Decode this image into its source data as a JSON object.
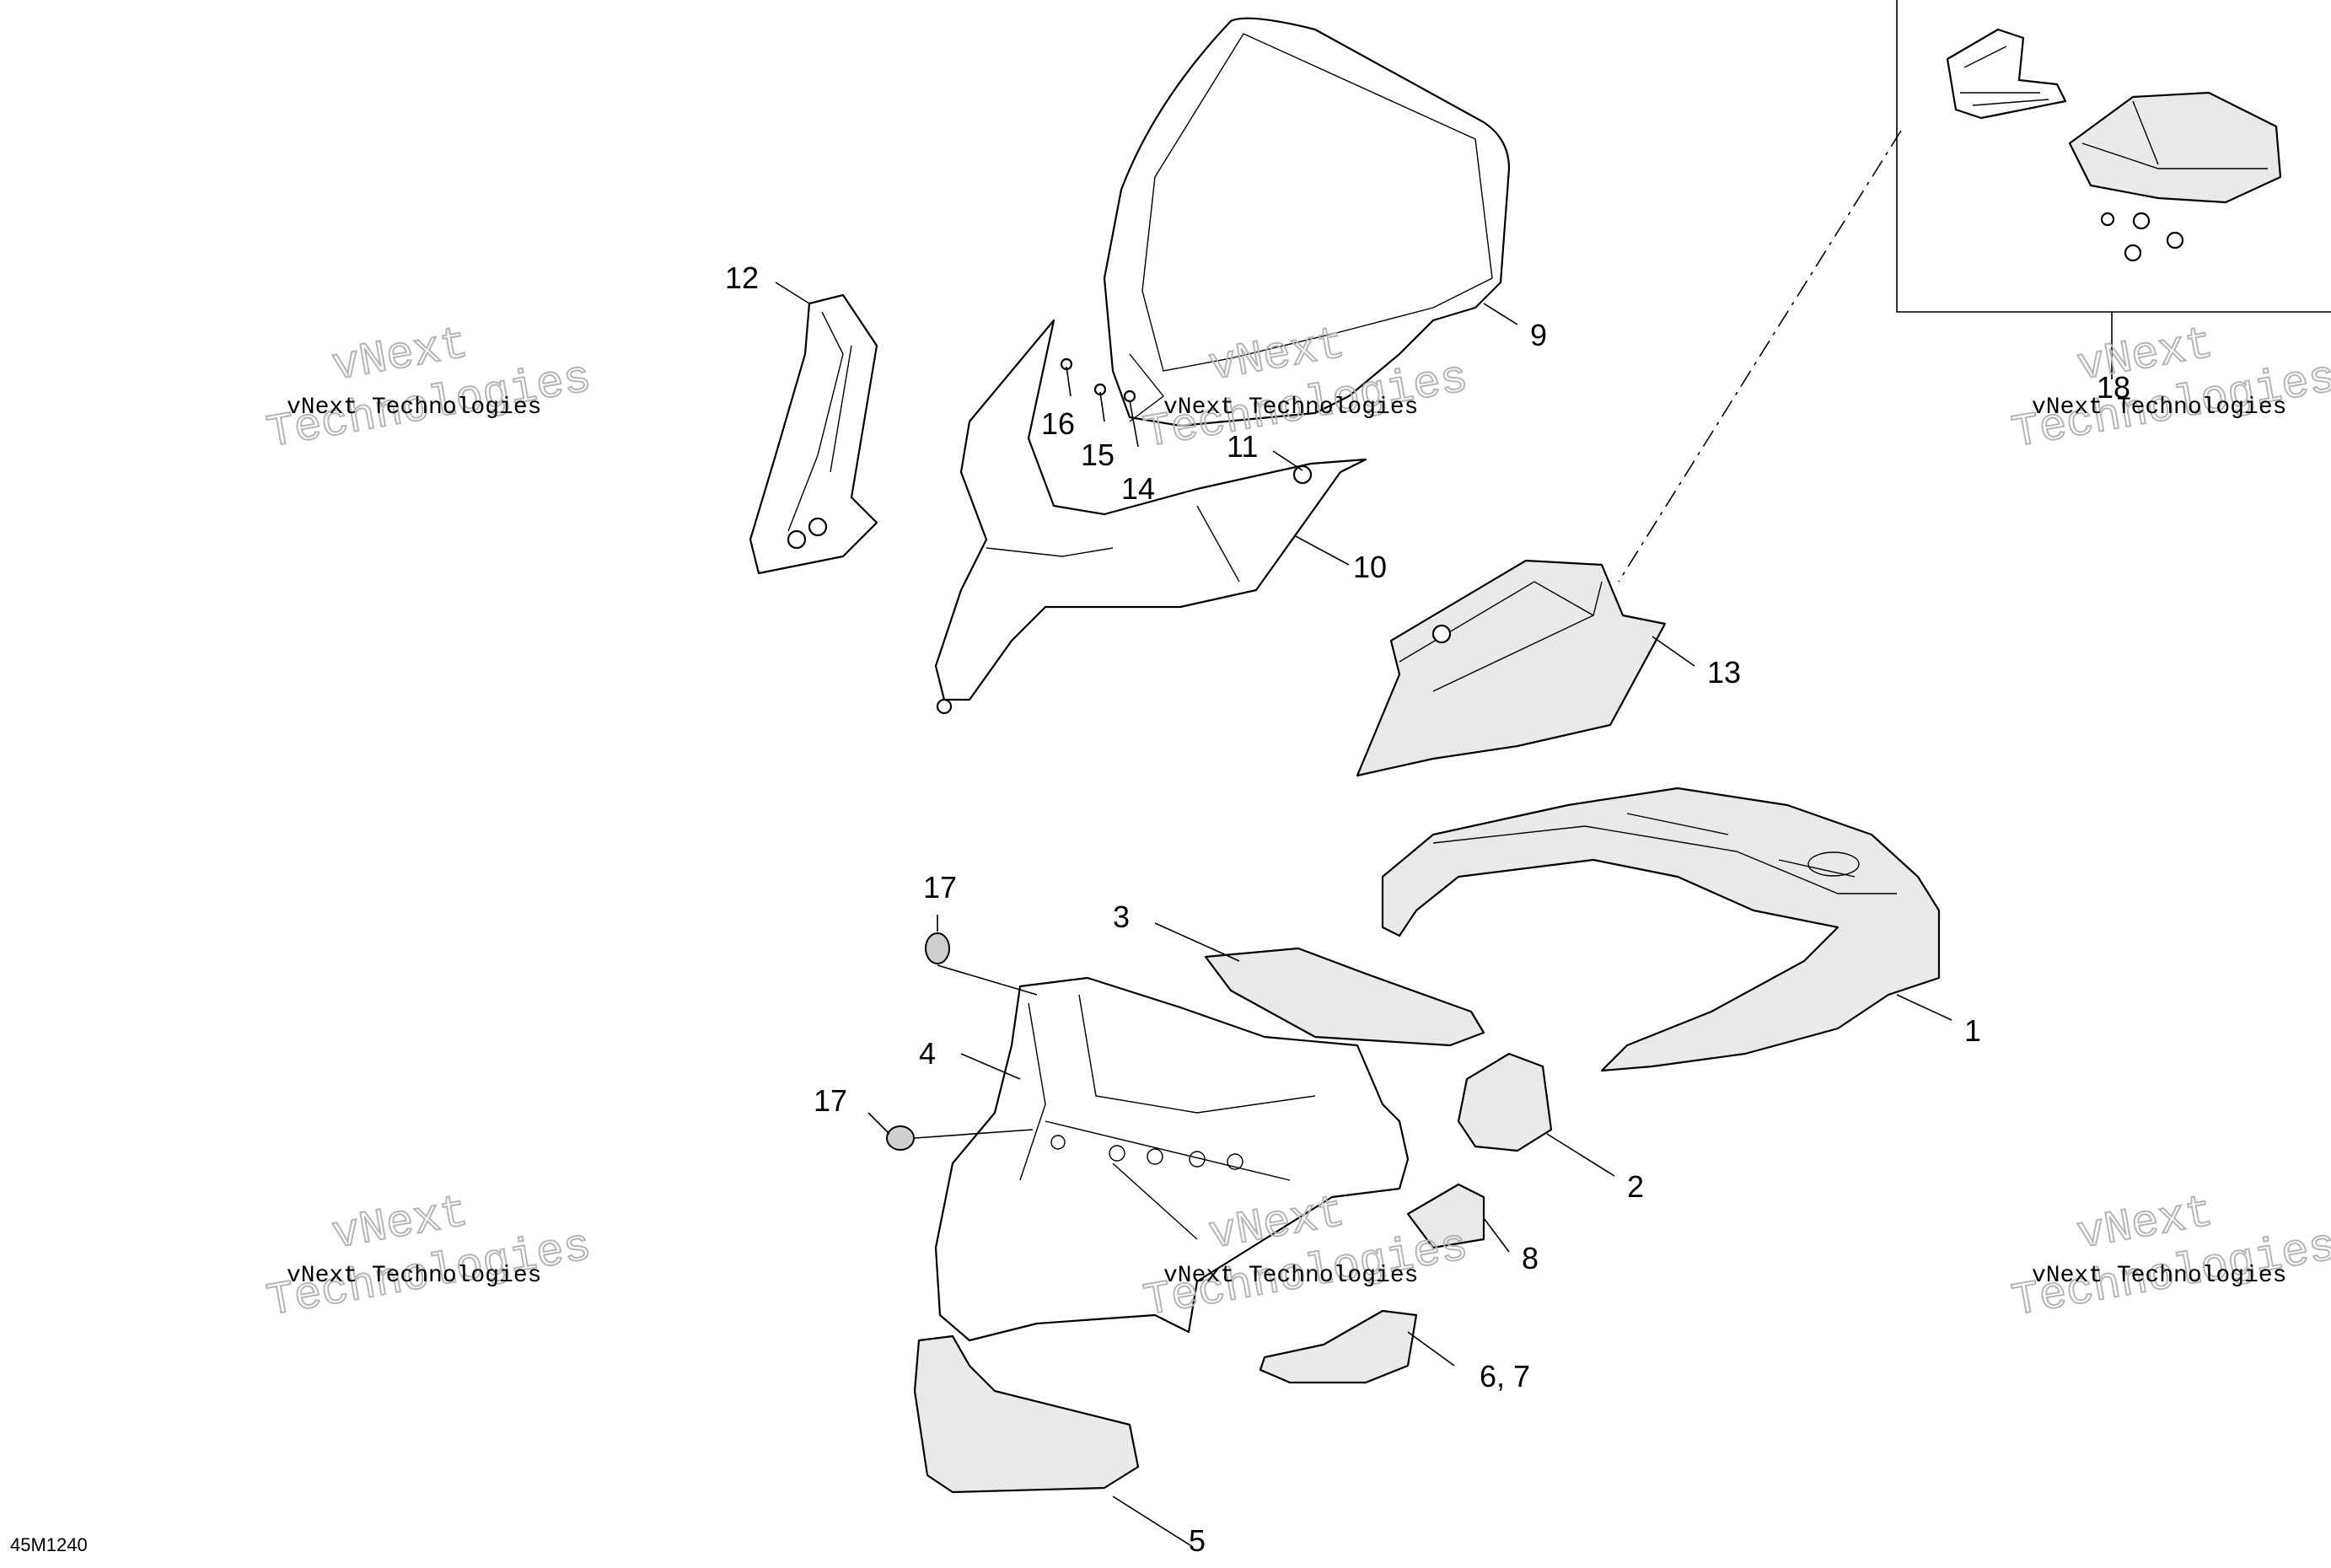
{
  "callouts": [
    {
      "id": "1",
      "text": "1"
    },
    {
      "id": "2",
      "text": "2"
    },
    {
      "id": "3",
      "text": "3"
    },
    {
      "id": "4",
      "text": "4"
    },
    {
      "id": "5",
      "text": "5"
    },
    {
      "id": "6-7",
      "text": "6, 7"
    },
    {
      "id": "8",
      "text": "8"
    },
    {
      "id": "9",
      "text": "9"
    },
    {
      "id": "10",
      "text": "10"
    },
    {
      "id": "11",
      "text": "11"
    },
    {
      "id": "12",
      "text": "12"
    },
    {
      "id": "13",
      "text": "13"
    },
    {
      "id": "14",
      "text": "14"
    },
    {
      "id": "15",
      "text": "15"
    },
    {
      "id": "16",
      "text": "16"
    },
    {
      "id": "17a",
      "text": "17"
    },
    {
      "id": "17b",
      "text": "17"
    },
    {
      "id": "18",
      "text": "18"
    }
  ],
  "watermark": {
    "line1": "vNext Technologies",
    "outline_word1": "vNext",
    "outline_word2": "Technologies"
  },
  "drawing_code": "45M1240"
}
